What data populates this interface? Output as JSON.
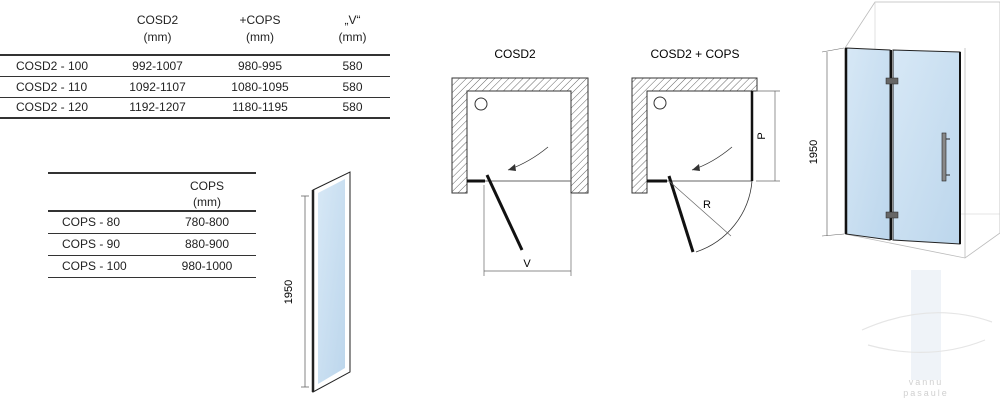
{
  "table_main": {
    "headers": [
      {
        "line1": "",
        "line2": ""
      },
      {
        "line1": "COSD2",
        "line2": "(mm)"
      },
      {
        "line1": "+COPS",
        "line2": "(mm)"
      },
      {
        "line1": "„V“",
        "line2": "(mm)"
      }
    ],
    "rows": [
      [
        "COSD2 - 100",
        "992-1007",
        "980-995",
        "580"
      ],
      [
        "COSD2 - 110",
        "1092-1107",
        "1080-1095",
        "580"
      ],
      [
        "COSD2 - 120",
        "1192-1207",
        "1180-1195",
        "580"
      ]
    ]
  },
  "table_cops": {
    "headers": [
      {
        "line1": "",
        "line2": ""
      },
      {
        "line1": "COPS",
        "line2": "(mm)"
      }
    ],
    "rows": [
      [
        "COPS - 80",
        "780-800"
      ],
      [
        "COPS - 90",
        "880-900"
      ],
      [
        "COPS - 100",
        "980-1000"
      ]
    ]
  },
  "panel": {
    "height_label": "1950"
  },
  "plan_cosd2": {
    "title": "COSD2",
    "width_label": "V"
  },
  "plan_cops": {
    "title": "COSD2 + COPS",
    "p_label": "P",
    "r_label": "R"
  },
  "door3d": {
    "height_label": "1950"
  },
  "watermark": {
    "text1": "vannu",
    "text2": "pasaule"
  },
  "colors": {
    "glass": "#cfe3f3",
    "line": "#222222",
    "hatch": "#555555"
  }
}
